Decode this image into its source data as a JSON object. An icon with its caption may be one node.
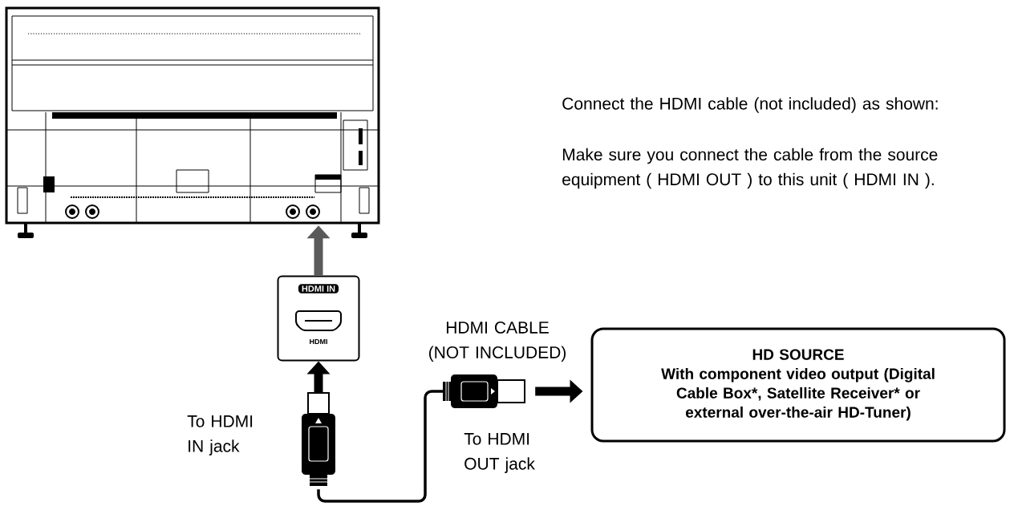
{
  "diagram": {
    "nodes": [
      {
        "text": [],
        "shape": "picture"
      },
      {
        "text": [
          "HDMI IN",
          "HDMI"
        ]
      },
      {
        "text": [],
        "shape": "picture",
        "beside": [
          "To HDMI IN jack"
        ]
      },
      {
        "text": [],
        "shape": "picture",
        "beside": [
          "To HDMI OUT jack"
        ]
      },
      {
        "text": [
          "HD SOURCE",
          "With component video output (Digital Cable Box*, Satellite Receiver* or external over-the-air HD-Tuner)"
        ]
      }
    ],
    "edges": [
      {
        "from": 1,
        "to": 0,
        "arrow": "to",
        "color": "#5a5a5a"
      },
      {
        "from": 2,
        "to": 1,
        "arrow": "to"
      },
      {
        "from": 2,
        "to": 3,
        "arrow": "none"
      },
      {
        "from": 3,
        "to": 4,
        "arrow": "to"
      }
    ],
    "labels": [
      "Connect the HDMI cable (not included) as shown:",
      "Make sure you connect the cable from the source equipment ( HDMI OUT ) to this unit ( HDMI IN ).",
      "HDMI CABLE (NOT INCLUDED)"
    ]
  }
}
